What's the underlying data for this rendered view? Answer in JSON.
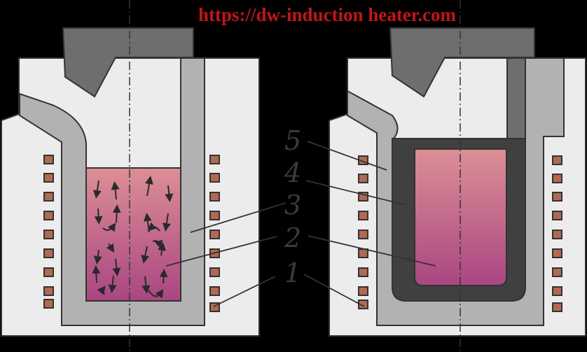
{
  "labels": [
    "1",
    "2",
    "3",
    "4",
    "5"
  ],
  "watermark": "https://dw-induction heater.com",
  "colors": {
    "background": "#000000",
    "body": "#ececec",
    "refractory": "#b2b2b2",
    "lid": "#6e6e6e",
    "crucible": "#404040",
    "coil": "#b06a50",
    "melt_top": "#dc8f96",
    "melt_bottom": "#a94682",
    "outline": "#333333"
  }
}
